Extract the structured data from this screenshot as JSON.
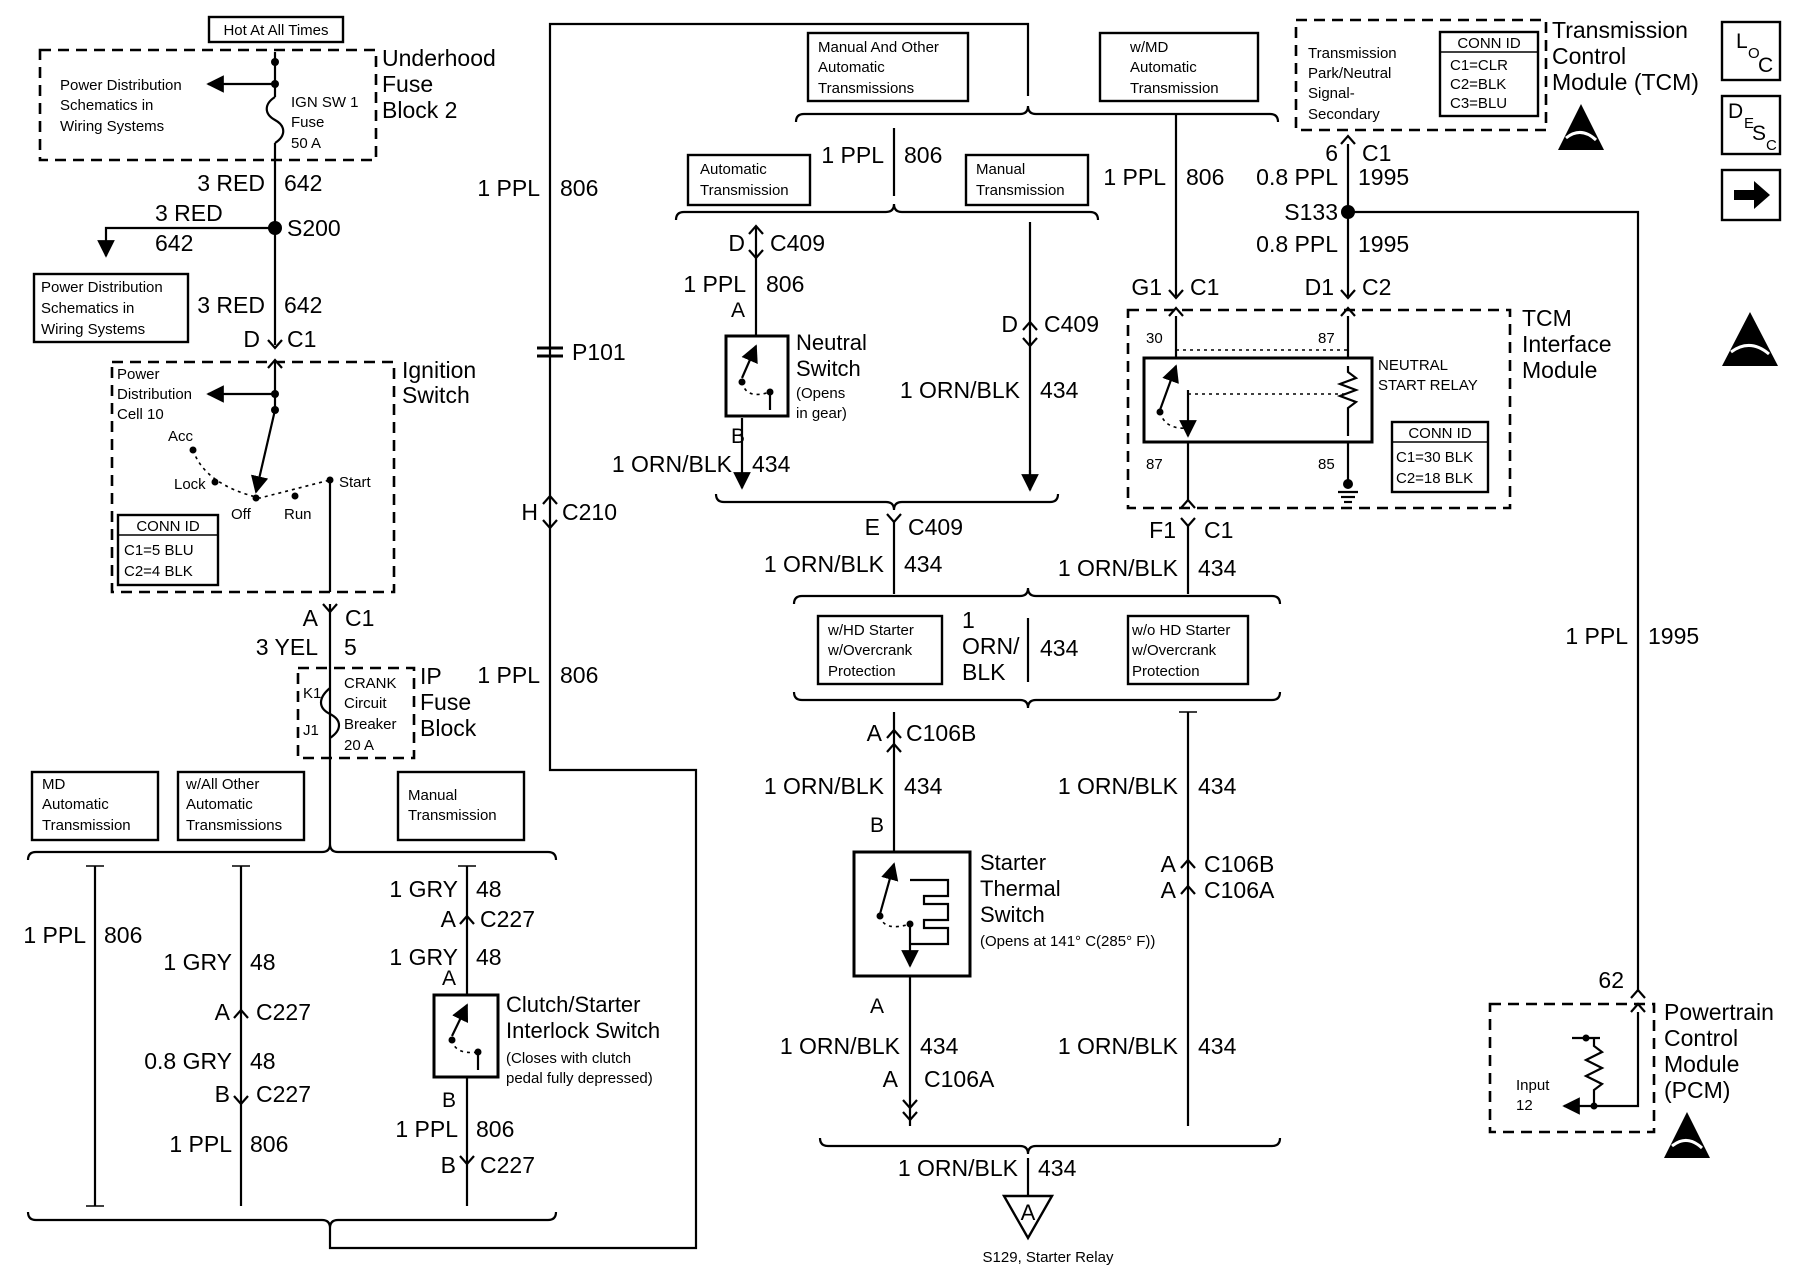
{
  "hot_at_all_times": "Hot At All Times",
  "underhood_fuse_block": [
    "Underhood",
    "Fuse",
    "Block 2"
  ],
  "power_dist_1": [
    "Power Distribution",
    "Schematics in",
    "Wiring Systems"
  ],
  "ign_fuse": [
    "IGN SW 1",
    "Fuse",
    "50 A"
  ],
  "w642a": "3 RED",
  "c642a": "642",
  "w642b": "3 RED",
  "c642b": "642",
  "s200": "S200",
  "power_dist_2": [
    "Power Distribution",
    "Schematics in",
    "Wiring Systems"
  ],
  "w642c": "3 RED",
  "c642c": "642",
  "ign_conn_d": "D",
  "ign_conn_c1": "C1",
  "ignition_switch": [
    "Ignition",
    "Switch"
  ],
  "power_dist_cell": [
    "Power",
    "Distribution",
    "Cell 10"
  ],
  "sw_acc": "Acc",
  "sw_lock": "Lock",
  "sw_off": "Off",
  "sw_run": "Run",
  "sw_start": "Start",
  "ign_conn_id": [
    "CONN ID",
    "C1=5 BLU",
    "C2=4 BLK"
  ],
  "ign_out_a": "A",
  "ign_out_c1": "C1",
  "w5": "3 YEL",
  "c5": "5",
  "crank_k1": "K1",
  "crank_j1": "J1",
  "crank_label": [
    "CRANK",
    "Circuit",
    "Breaker",
    "20 A"
  ],
  "ip_fuse_block": [
    "IP",
    "Fuse",
    "Block"
  ],
  "md_auto": [
    "MD",
    "Automatic",
    "Transmission"
  ],
  "all_other_auto": [
    "w/All Other",
    "Automatic",
    "Transmissions"
  ],
  "manual_trans_1": [
    "Manual",
    "Transmission"
  ],
  "w806_left": "1 PPL",
  "c806_left": "806",
  "w48_a": "1 GRY",
  "c48_a": "48",
  "c227_a_pin": "A",
  "c227_a": "C227",
  "w48_b": "0.8 GRY",
  "c48_b": "48",
  "c227_b_pin": "B",
  "c227_b": "C227",
  "w806_mid": "1 PPL",
  "c806_mid": "806",
  "w48_c": "1 GRY",
  "c48_c": "48",
  "c227_c_pin": "A",
  "c227_c": "C227",
  "w48_d": "1 GRY",
  "c48_d": "48",
  "clutch_pin_a": "A",
  "clutch_switch": [
    "Clutch/Starter",
    "Interlock Switch"
  ],
  "clutch_note": [
    "(Closes with clutch",
    "pedal fully depressed)"
  ],
  "clutch_pin_b": "B",
  "w806_cl": "1 PPL",
  "c806_cl": "806",
  "c227_d_pin": "B",
  "c227_d": "C227",
  "w806_top": "1 PPL",
  "c806_top": "806",
  "p101": "P101",
  "c210_pin": "H",
  "c210": "C210",
  "w806_ip": "1 PPL",
  "c806_ip": "806",
  "manual_other_auto": [
    "Manual And Other",
    "Automatic",
    "Transmissions"
  ],
  "wmd_auto": [
    "w/MD",
    "Automatic",
    "Transmission"
  ],
  "w806_b": "1 PPL",
  "c806_b": "806",
  "auto_trans": [
    "Automatic",
    "Transmission"
  ],
  "manual_trans_2": [
    "Manual",
    "Transmission"
  ],
  "c409_d_pin": "D",
  "c409_d": "C409",
  "w806_ns": "1 PPL",
  "c806_ns": "806",
  "ns_pin_a": "A",
  "neutral_switch": [
    "Neutral",
    "Switch"
  ],
  "neutral_note": [
    "(Opens",
    "in gear)"
  ],
  "ns_pin_b": "B",
  "w434_ns": "1 ORN/BLK",
  "c434_ns": "434",
  "c409_d2_pin": "D",
  "c409_d2": "C409",
  "w434_man": "1 ORN/BLK",
  "c434_man": "434",
  "c409_e_pin": "E",
  "c409_e": "C409",
  "w434_e": "1 ORN/BLK",
  "c434_e": "434",
  "w806_md": "1 PPL",
  "c806_md": "806",
  "tcm_g1_pin": "G1",
  "tcm_g1_c": "C1",
  "tcm_d1_pin": "D1",
  "tcm_d1_c": "C2",
  "tcm_park_signal": [
    "Transmission",
    "Park/Neutral",
    "Signal-",
    "Secondary"
  ],
  "tcm_conn_id": [
    "CONN ID",
    "C1=CLR",
    "C2=BLK",
    "C3=BLU"
  ],
  "tcm_title": [
    "Transmission",
    "Control",
    "Module (TCM)"
  ],
  "tcm_6_pin": "6",
  "tcm_6_c": "C1",
  "w1995_a": "0.8 PPL",
  "c1995_a": "1995",
  "s133": "S133",
  "w1995_b": "0.8 PPL",
  "c1995_b": "1995",
  "relay_30": "30",
  "relay_87_top": "87",
  "relay_87_bot": "87",
  "relay_85": "85",
  "neutral_start_relay": [
    "NEUTRAL",
    "START RELAY"
  ],
  "relay_conn_id": [
    "CONN ID",
    "C1=30 BLK",
    "C2=18 BLK"
  ],
  "tcm_interface": [
    "TCM",
    "Interface",
    "Module"
  ],
  "tcm_f1_pin": "F1",
  "tcm_f1_c": "C1",
  "w434_f1": "1 ORN/BLK",
  "c434_f1": "434",
  "hd_starter": [
    "w/HD Starter",
    "w/Overcrank",
    "Protection"
  ],
  "wo_hd_starter": [
    "w/o HD Starter",
    "w/Overcrank",
    "Protection"
  ],
  "w434_mid": [
    "1",
    "ORN/",
    "BLK"
  ],
  "c434_mid": "434",
  "c106b_pin": "A",
  "c106b": "C106B",
  "w434_106b": "1 ORN/BLK",
  "c434_106b": "434",
  "w434_right": "1 ORN/BLK",
  "c434_right": "434",
  "starter_pin_b": "B",
  "starter_thermal": [
    "Starter",
    "Thermal",
    "Switch"
  ],
  "starter_note": "(Opens at 141° C(285° F))",
  "c106b_r_pin": "A",
  "c106b_r": "C106B",
  "c106a_r_pin": "A",
  "c106a_r": "C106A",
  "starter_pin_a": "A",
  "w434_st": "1 ORN/BLK",
  "c434_st": "434",
  "c106a_pin": "A",
  "c106a": "C106A",
  "w434_r2": "1 ORN/BLK",
  "c434_r2": "434",
  "w434_out": "1 ORN/BLK",
  "c434_out": "434",
  "tri_label": "A",
  "s129": "S129, Starter Relay",
  "w1995_r": "1 PPL",
  "c1995_r": "1995",
  "pcm_62": "62",
  "pcm_input": [
    "Input",
    "12"
  ],
  "pcm_title": [
    "Powertrain",
    "Control",
    "Module",
    "(PCM)"
  ],
  "loc_icon_text": [
    "L",
    "O",
    "C"
  ],
  "desc_icon_text": [
    "D",
    "E",
    "S",
    "C"
  ]
}
